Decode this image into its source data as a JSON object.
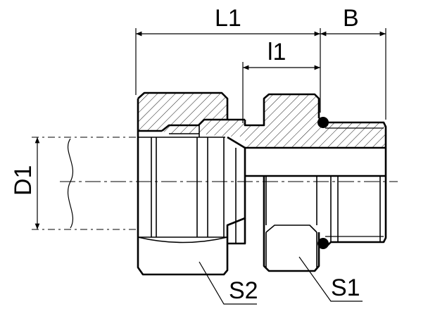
{
  "labels": {
    "L1": "L1",
    "l1": "l1",
    "B": "B",
    "D1": "D1",
    "S1": "S1",
    "S2": "S2"
  }
}
